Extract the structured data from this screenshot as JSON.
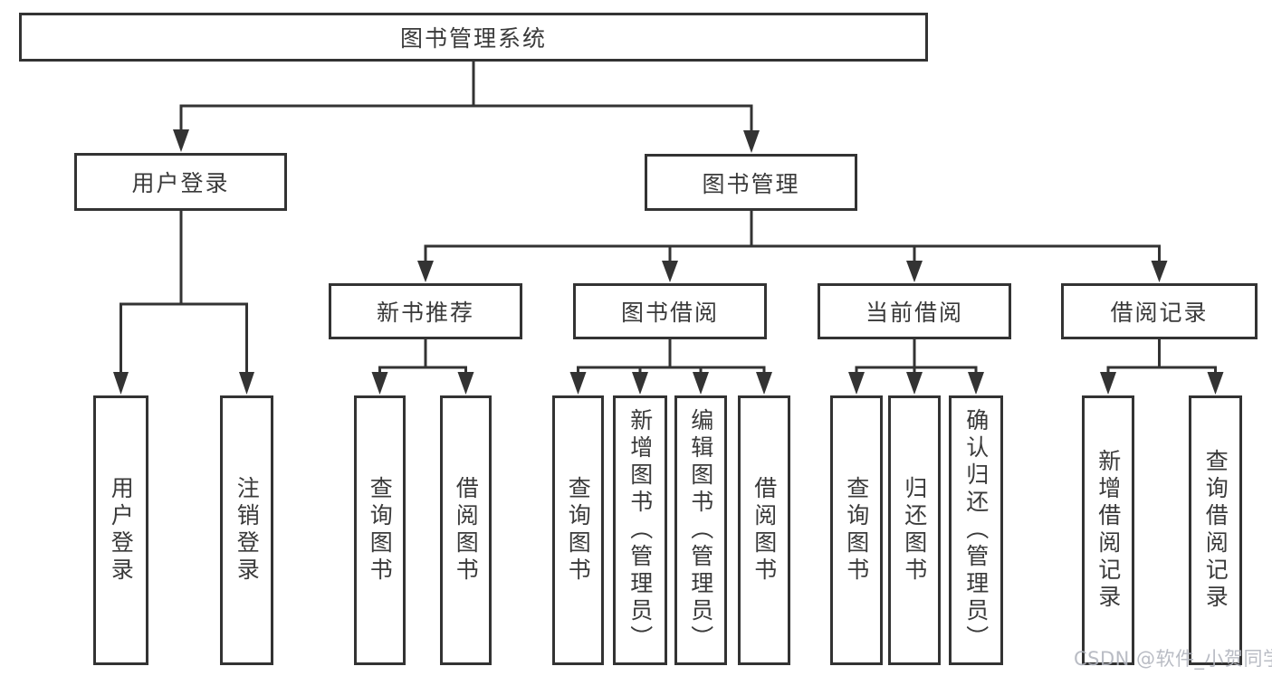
{
  "diagram_title": "图书管理系统",
  "nodes": {
    "root": "图书管理系统",
    "level2": {
      "user_login": "用户登录",
      "book_management": "图书管理"
    },
    "level3": {
      "new_book_recommend": "新书推荐",
      "book_borrowing": "图书借阅",
      "current_borrowing": "当前借阅",
      "borrowing_records": "借阅记录"
    },
    "leaves": {
      "user_login": [
        "用户登录",
        "注销登录"
      ],
      "new_book_recommend": [
        "查询图书",
        "借阅图书"
      ],
      "book_borrowing": [
        "查询图书",
        "新增图书（管理员）",
        "编辑图书（管理员）",
        "借阅图书"
      ],
      "current_borrowing": [
        "查询图书",
        "归还图书",
        "确认归还（管理员）"
      ],
      "borrowing_records": [
        "新增借阅记录",
        "查询借阅记录"
      ]
    }
  },
  "watermark": "CSDN @软件_小贺同学",
  "colors": {
    "line": "#333333",
    "box_border": "#333333",
    "box_fill": "#ffffff",
    "text": "#3a3a3a",
    "watermark": "#b1b5be",
    "background": "#ffffff"
  }
}
